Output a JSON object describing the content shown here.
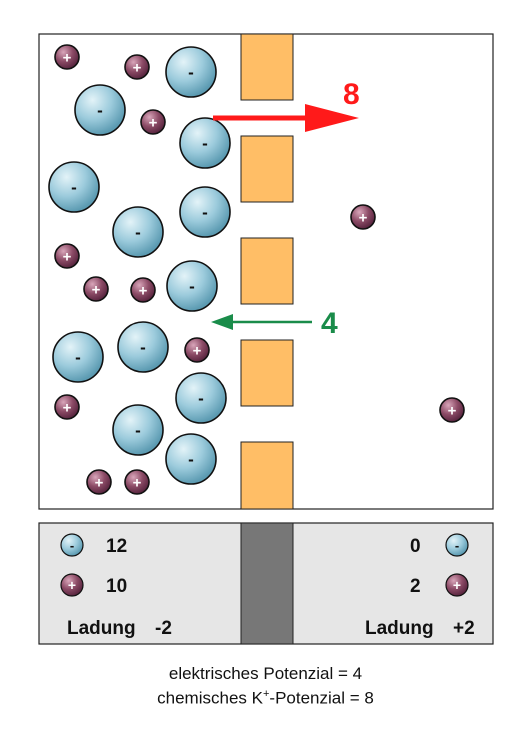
{
  "diagram": {
    "ion_signs": {
      "anion": "-",
      "cation": "+"
    },
    "arrow_out": {
      "label": "8",
      "color": "#ff1a1a"
    },
    "arrow_in": {
      "label": "4",
      "color": "#1a8c4a"
    },
    "colors": {
      "anion_fill": "#8ec2d4",
      "cation_fill": "#8a4a63",
      "channel_fill": "#ffbe66",
      "membrane_dark": "#777777",
      "panel_bg": "#e6e6e6"
    }
  },
  "summary": {
    "left": {
      "anion_count": "12",
      "cation_count": "10",
      "charge_label": "Ladung",
      "charge_value": "-2"
    },
    "right": {
      "anion_count": "0",
      "cation_count": "2",
      "charge_label": "Ladung",
      "charge_value": "+2"
    }
  },
  "caption": {
    "line1": "elektrisches Potenzial = 4",
    "line2_before": "chemisches K",
    "line2_sup": "+",
    "line2_after": "-Potenzial = 8"
  }
}
